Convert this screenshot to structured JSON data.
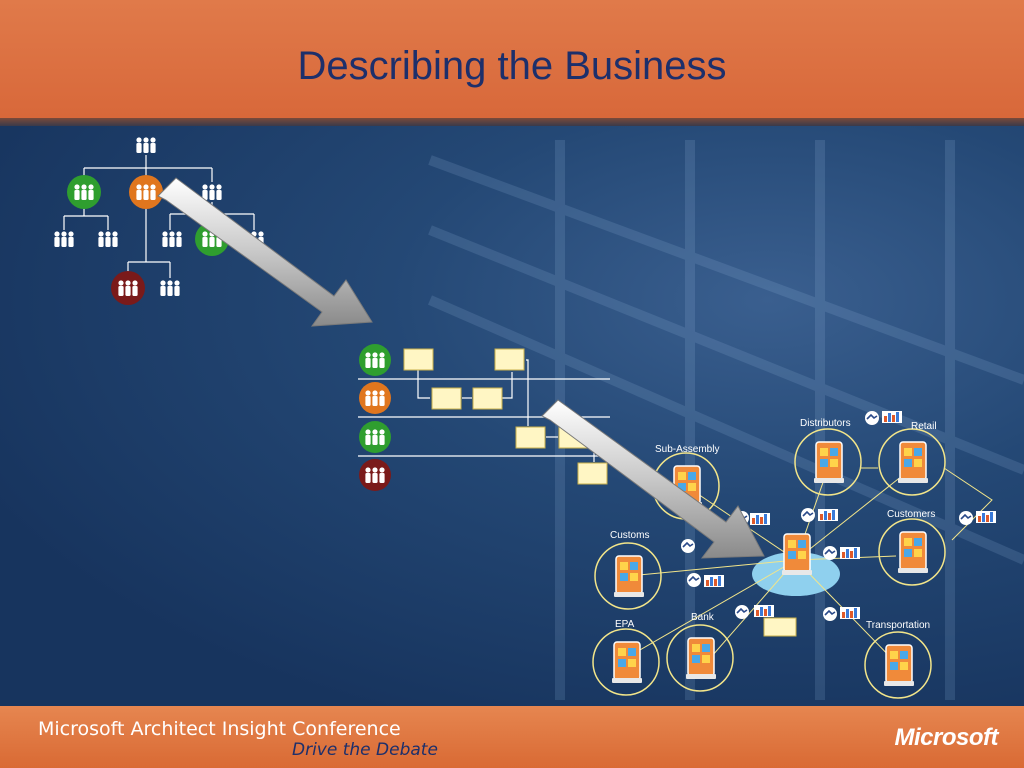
{
  "slide": {
    "title": "Describing the Business"
  },
  "footer": {
    "conference": "Microsoft Architect Insight Conference",
    "tagline": "Drive the Debate",
    "logo": "Microsoft"
  },
  "network": {
    "nodes": {
      "distributors": "Distributors",
      "retail": "Retail",
      "sub_assembly": "Sub-Assembly",
      "customers": "Customers",
      "customs": "Customs",
      "epa": "EPA",
      "bank": "Bank",
      "transportation": "Transportation"
    }
  },
  "icons": {
    "people_group": "people-group-icon",
    "process_box": "process-box",
    "server": "server-icon",
    "handshake": "handshake-icon",
    "bar_chart": "bar-chart-icon",
    "arrow": "arrow-icon"
  },
  "colors": {
    "orange_bar": "#d8683a",
    "title_text": "#1d2f6b",
    "background": "#1b3a66",
    "green": "#2f9e2f",
    "orange": "#e0761e",
    "maroon": "#7a1a1a",
    "node_ring": "#f2e58a",
    "box_fill": "#fff6c4",
    "hub": "#8fd0ee"
  }
}
